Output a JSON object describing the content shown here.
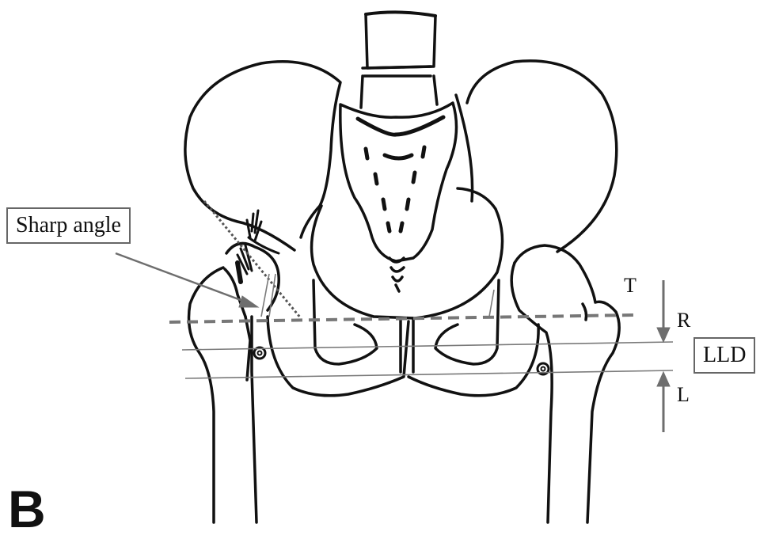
{
  "annotations": {
    "sharp_angle": "Sharp angle",
    "lld": "LLD",
    "t": "T",
    "r": "R",
    "l": "L"
  },
  "panel_letter": "B",
  "colors": {
    "outline": "#111111",
    "guide_lines": "#7a7a7a",
    "arrow": "#6e6e6e",
    "dashed_line": "#777777"
  }
}
